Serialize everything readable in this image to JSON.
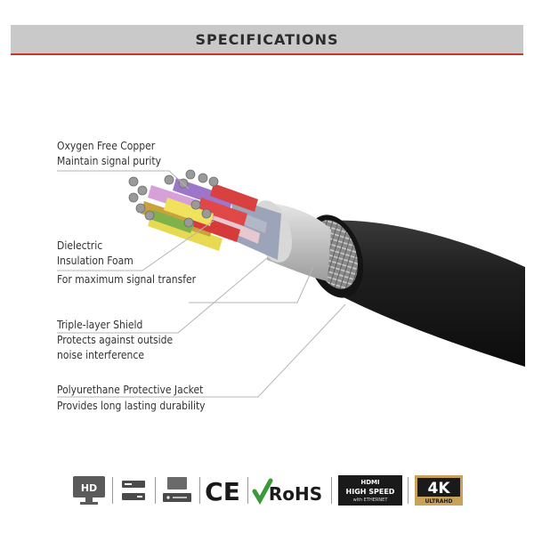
{
  "header": {
    "title": "SPECIFICATIONS"
  },
  "callouts": [
    {
      "id": "copper",
      "lines": [
        "Oxygen Free Copper",
        "Maintain signal purity"
      ]
    },
    {
      "id": "dielectric",
      "lines": [
        "Dielectric",
        "Insulation Foam"
      ],
      "sub": "For maximum signal transfer"
    },
    {
      "id": "shield",
      "lines": [
        "Triple-layer Shield",
        "Protects against outside",
        "noise interference"
      ]
    },
    {
      "id": "jacket",
      "lines": [
        "Polyurethane Protective Jacket"
      ],
      "sub": "Provides long lasting durability"
    }
  ],
  "certifications": {
    "hd": "HD",
    "ce": "CE",
    "rohs": "RoHS",
    "hdmi_brand": "HDMI",
    "hdmi_line1": "HIGH SPEED",
    "hdmi_line2": "with ETHERNET",
    "fourk": "4K",
    "ultrahd": "ULTRAHD"
  },
  "colors": {
    "accent_red": "#c0392b",
    "header_gray": "#c9c9c9",
    "jacket": "#1b1b1b",
    "gold": "#c9a25a"
  }
}
